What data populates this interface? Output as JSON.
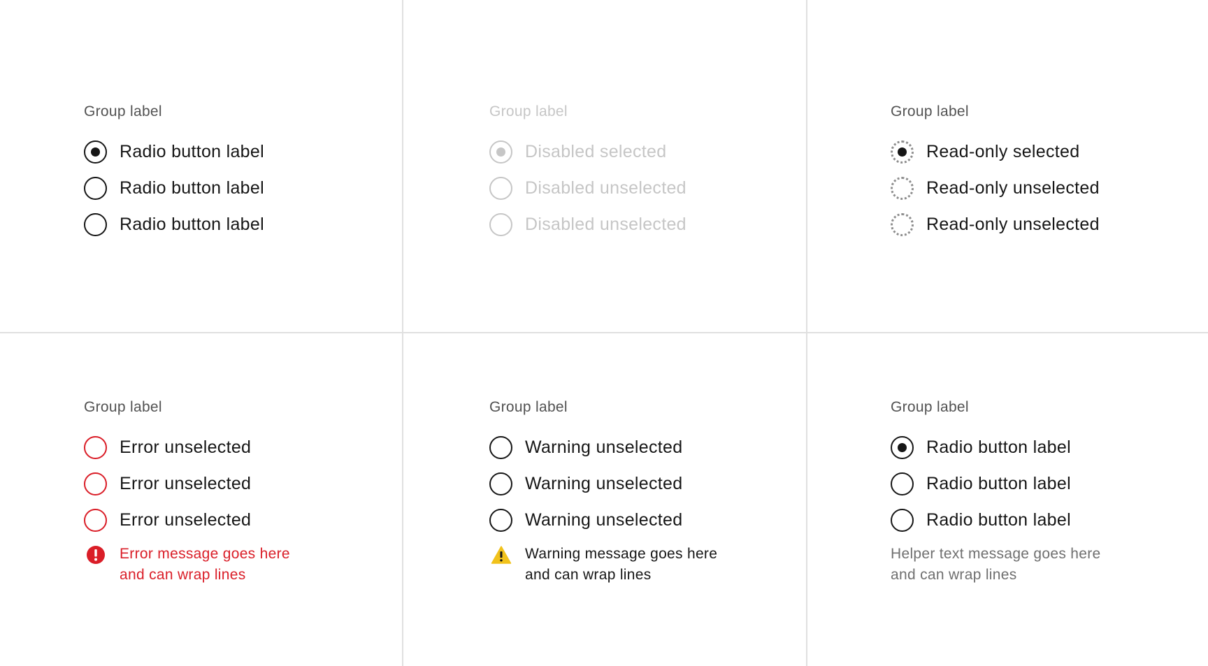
{
  "colors": {
    "text_primary": "#161616",
    "text_secondary": "#525252",
    "text_helper": "#6f6f6f",
    "disabled": "#c6c6c6",
    "readonly_border": "#8d8d8d",
    "error": "#da1e28",
    "warning": "#f1c21b",
    "divider": "#e0e0e0"
  },
  "panels": {
    "default": {
      "group_label": "Group label",
      "options": [
        {
          "label": "Radio button label",
          "selected": true
        },
        {
          "label": "Radio button label",
          "selected": false
        },
        {
          "label": "Radio button label",
          "selected": false
        }
      ]
    },
    "disabled": {
      "group_label": "Group label",
      "options": [
        {
          "label": "Disabled selected",
          "selected": true
        },
        {
          "label": "Disabled unselected",
          "selected": false
        },
        {
          "label": "Disabled unselected",
          "selected": false
        }
      ]
    },
    "readonly": {
      "group_label": "Group label",
      "options": [
        {
          "label": "Read-only selected",
          "selected": true
        },
        {
          "label": "Read-only unselected",
          "selected": false
        },
        {
          "label": "Read-only unselected",
          "selected": false
        }
      ]
    },
    "error": {
      "group_label": "Group label",
      "options": [
        {
          "label": "Error unselected",
          "selected": false
        },
        {
          "label": "Error unselected",
          "selected": false
        },
        {
          "label": "Error unselected",
          "selected": false
        }
      ],
      "message_line1": "Error message goes here",
      "message_line2": "and can wrap lines",
      "icon": "error-filled-icon"
    },
    "warning": {
      "group_label": "Group label",
      "options": [
        {
          "label": "Warning unselected",
          "selected": false
        },
        {
          "label": "Warning unselected",
          "selected": false
        },
        {
          "label": "Warning unselected",
          "selected": false
        }
      ],
      "message_line1": "Warning message goes here",
      "message_line2": "and can wrap lines",
      "icon": "warning-triangle-icon"
    },
    "helper": {
      "group_label": "Group label",
      "options": [
        {
          "label": "Radio button label",
          "selected": true
        },
        {
          "label": "Radio button label",
          "selected": false
        },
        {
          "label": "Radio button label",
          "selected": false
        }
      ],
      "helper_line1": "Helper text message goes here",
      "helper_line2": "and can wrap lines"
    }
  }
}
